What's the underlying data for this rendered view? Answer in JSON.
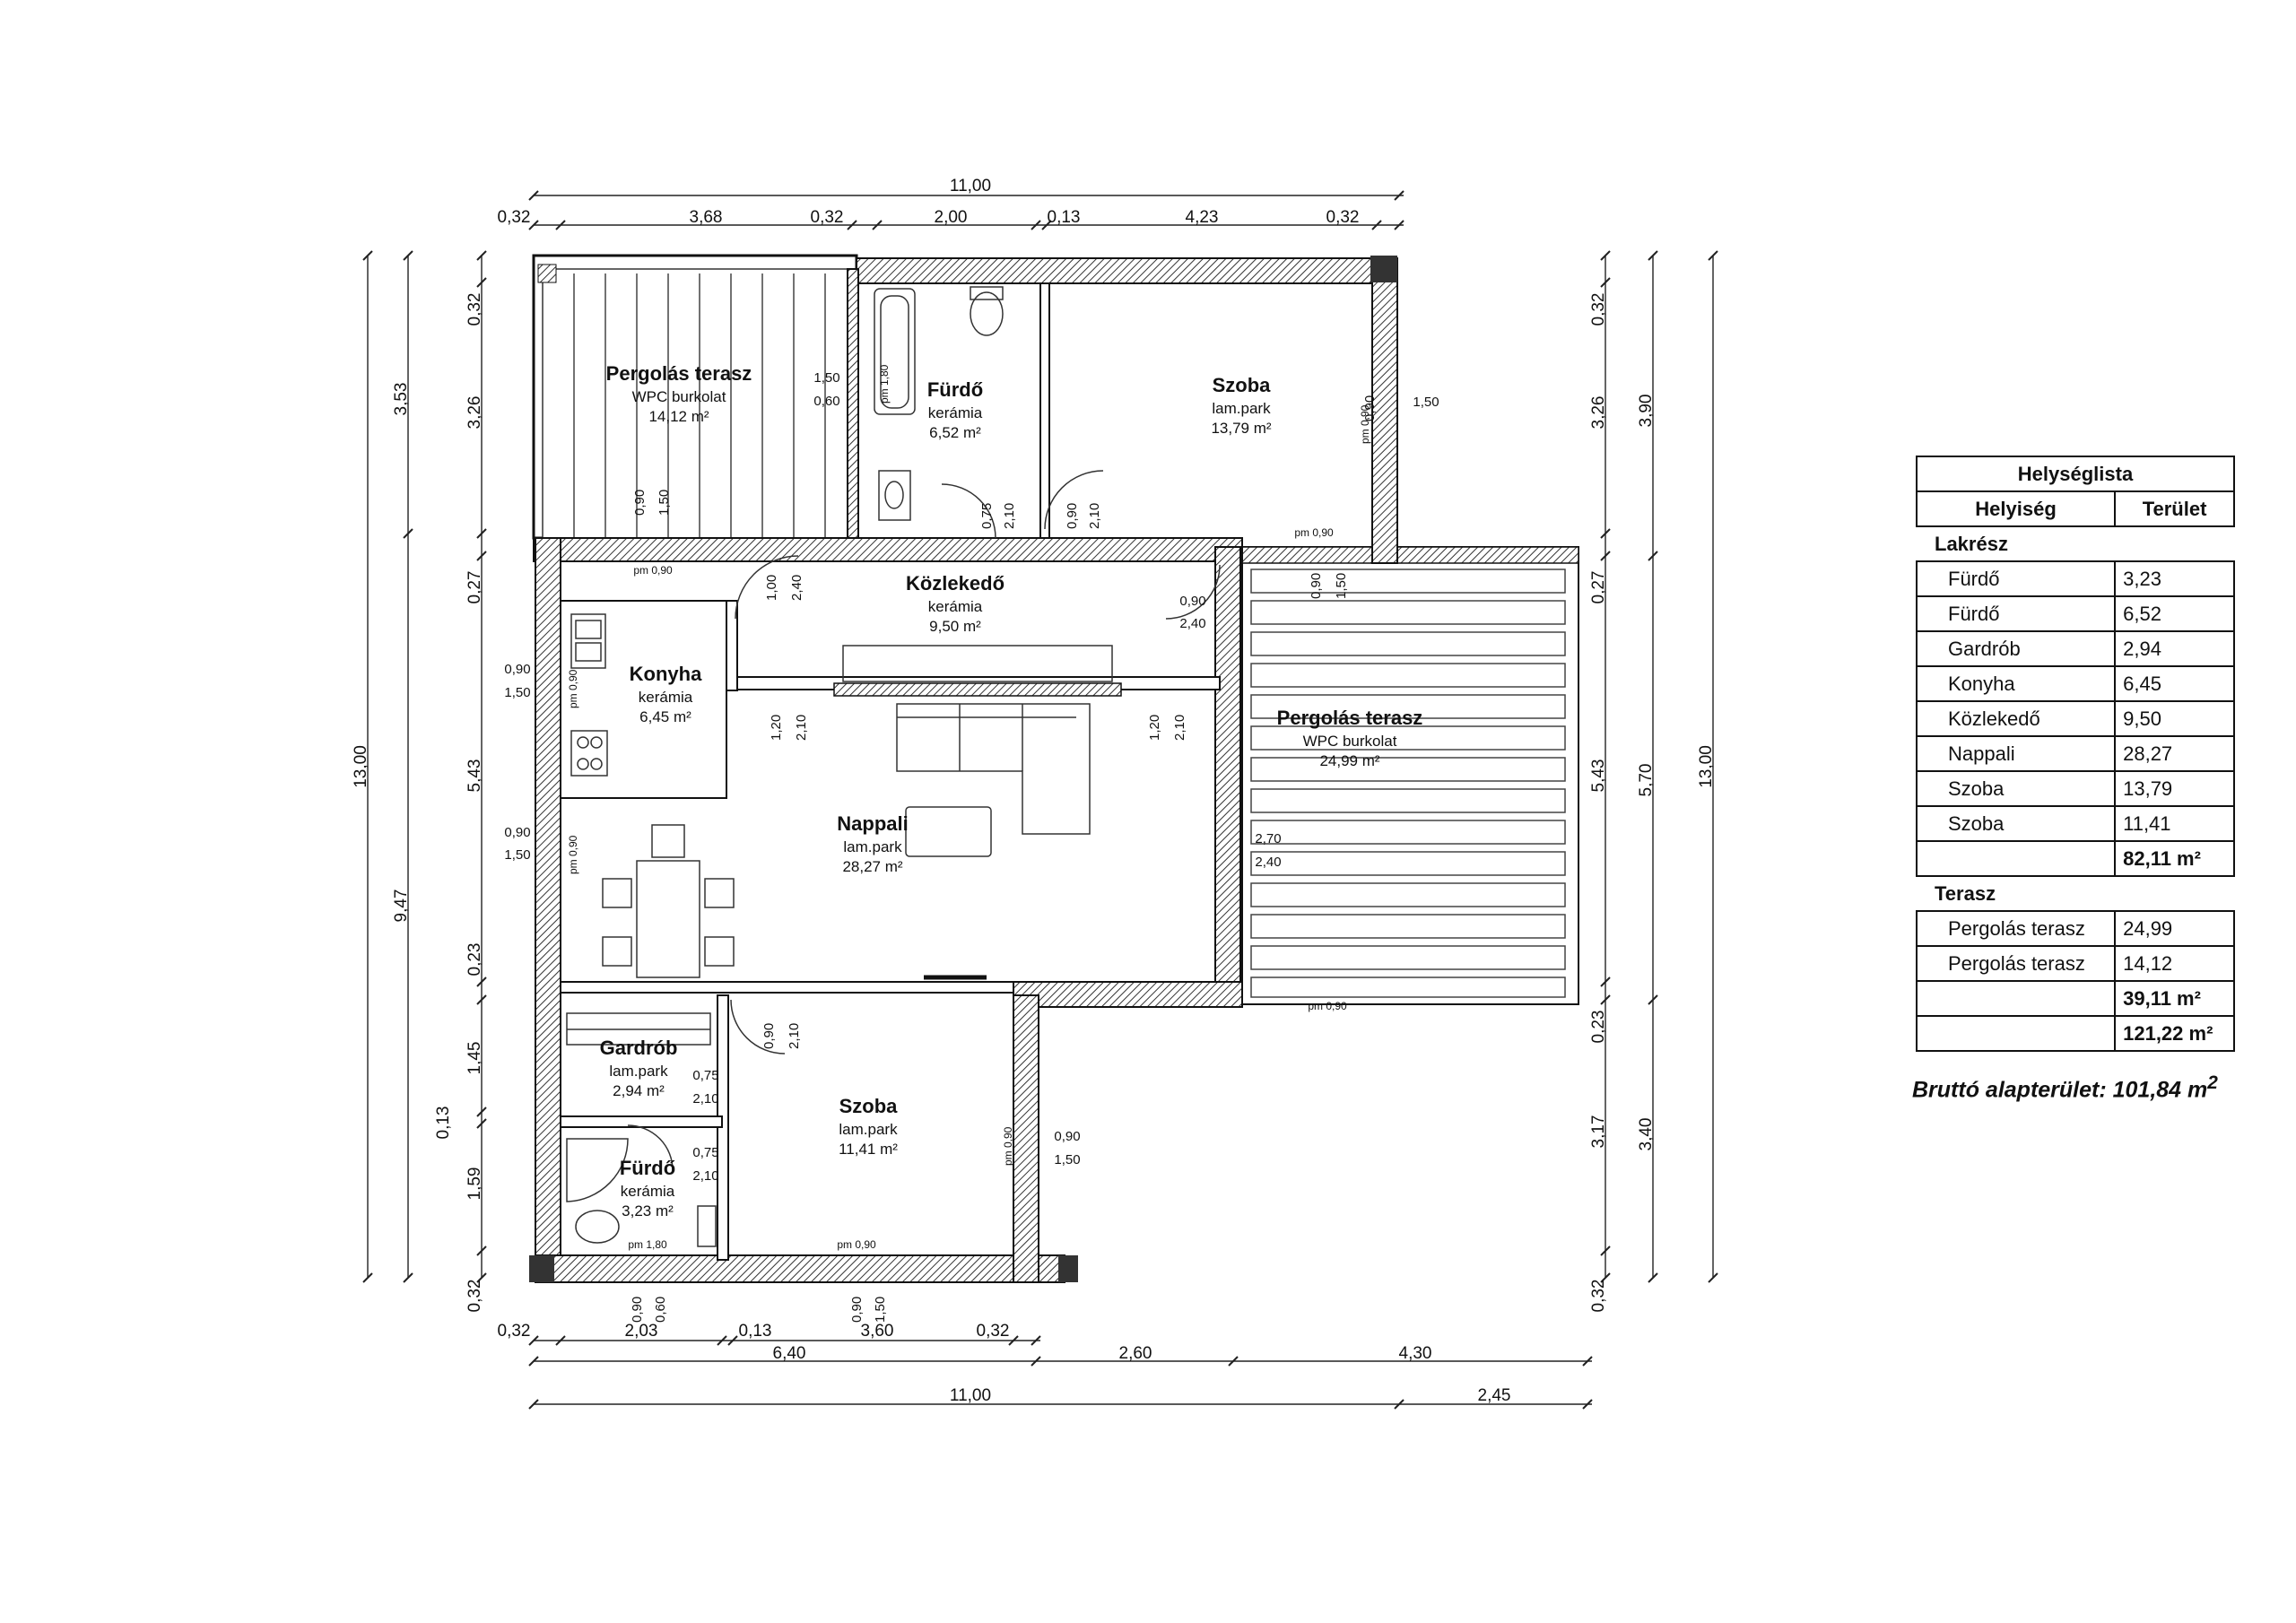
{
  "plan": {
    "rooms": [
      {
        "name": "Pergolás terasz",
        "sub": "WPC burkolat",
        "area": "14,12 m²"
      },
      {
        "name": "Fürdő",
        "sub": "kerámia",
        "area": "6,52 m²"
      },
      {
        "name": "Szoba",
        "sub": "lam.park",
        "area": "13,79 m²"
      },
      {
        "name": "Közlekedő",
        "sub": "kerámia",
        "area": "9,50 m²"
      },
      {
        "name": "Konyha",
        "sub": "kerámia",
        "area": "6,45 m²"
      },
      {
        "name": "Nappali",
        "sub": "lam.park",
        "area": "28,27 m²"
      },
      {
        "name": "Pergolás terasz",
        "sub": "WPC burkolat",
        "area": "24,99 m²"
      },
      {
        "name": "Gardrób",
        "sub": "lam.park",
        "area": "2,94 m²"
      },
      {
        "name": "Szoba",
        "sub": "lam.park",
        "area": "11,41 m²"
      },
      {
        "name": "Fürdő",
        "sub": "kerámia",
        "area": "3,23 m²"
      }
    ],
    "dims_top": {
      "total": "11,00",
      "segments": [
        "0,32",
        "3,68",
        "0,32",
        "2,00",
        "0,13",
        "4,23",
        "0,32"
      ]
    },
    "dims_bottom": {
      "row1": [
        "0,32",
        "2,03",
        "0,13",
        "3,60",
        "0,32"
      ],
      "row2": [
        "6,40",
        "2,60",
        "4,30"
      ],
      "row3": [
        "11,00",
        "2,45"
      ]
    },
    "dims_left": {
      "inner": [
        "0,32",
        "3,26",
        "0,27",
        "5,43",
        "0,23",
        "1,45",
        "0,13",
        "1,59",
        "0,32"
      ],
      "mid": [
        "3,53",
        "9,47"
      ],
      "outer": "13,00"
    },
    "dims_right": {
      "inner": [
        "0,32",
        "3,26",
        "0,27",
        "5,43",
        "0,23",
        "3,17",
        "0,32"
      ],
      "mid": [
        "3,90",
        "5,70",
        "3,40"
      ],
      "outer": "13,00"
    },
    "openings": [
      "1,50",
      "0,60",
      "0,90",
      "1,50",
      "0,75",
      "2,10",
      "0,90",
      "2,10",
      "1,00",
      "2,40",
      "0,90",
      "2,40",
      "0,90",
      "1,50",
      "0,90",
      "1,50",
      "0,90",
      "1,50",
      "1,20",
      "2,10",
      "1,20",
      "2,10",
      "2,70",
      "2,40",
      "0,90",
      "2,10",
      "0,75",
      "2,10",
      "0,75",
      "2,10",
      "0,90",
      "1,50",
      "0,90",
      "0,60",
      "0,90",
      "1,50",
      "0,90",
      "1,50"
    ],
    "sill_labels": [
      "pm 0,90",
      "pm 1,80",
      "pm 0,90",
      "pm 0,90",
      "pm 0,90",
      "pm 0,90",
      "pm 0,90",
      "pm 0,90",
      "pm 1,80",
      "pm 0,90"
    ]
  },
  "schedule": {
    "title": "Helységlista",
    "col_room": "Helyiség",
    "col_area": "Terület",
    "sections": [
      {
        "label": "Lakrész",
        "rows": [
          {
            "name": "Fürdő",
            "area": "3,23"
          },
          {
            "name": "Fürdő",
            "area": "6,52"
          },
          {
            "name": "Gardrób",
            "area": "2,94"
          },
          {
            "name": "Konyha",
            "area": "6,45"
          },
          {
            "name": "Közlekedő",
            "area": "9,50"
          },
          {
            "name": "Nappali",
            "area": "28,27"
          },
          {
            "name": "Szoba",
            "area": "13,79"
          },
          {
            "name": "Szoba",
            "area": "11,41"
          }
        ],
        "total": "82,11 m²"
      },
      {
        "label": "Terasz",
        "rows": [
          {
            "name": "Pergolás terasz",
            "area": "24,99"
          },
          {
            "name": "Pergolás terasz",
            "area": "14,12"
          }
        ],
        "total": "39,11 m²"
      }
    ],
    "grand_total": "121,22 m²"
  },
  "brutto": "Bruttó alapterület: 101,84 m"
}
